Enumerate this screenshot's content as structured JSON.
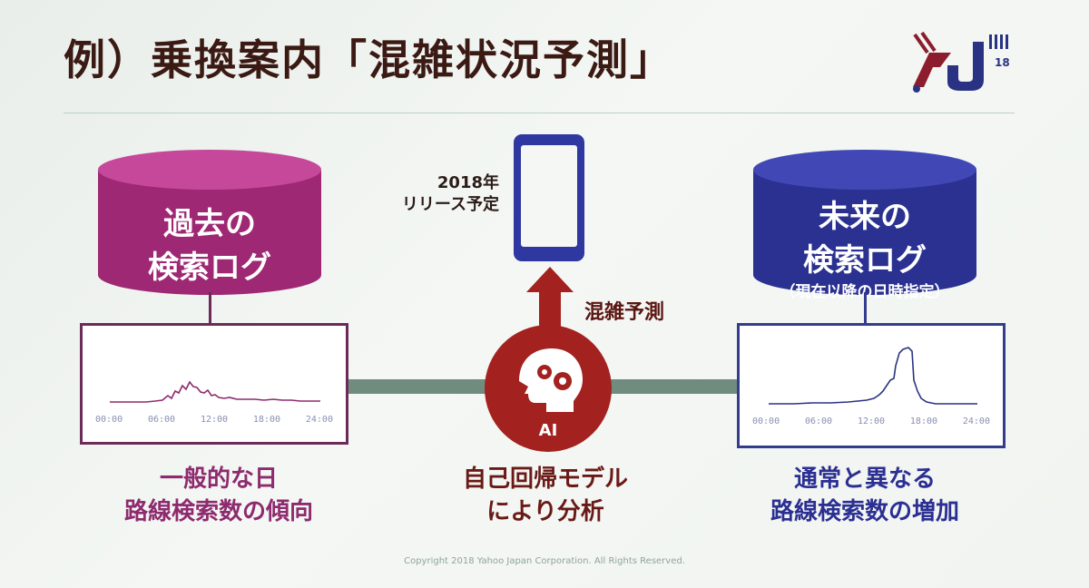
{
  "title": "例）乗換案内「混雑状況予測」",
  "logo": {
    "text": "18",
    "icon": "yahoo-conference-logo-icon",
    "colors": [
      "#8c1d2c",
      "#2a3284"
    ]
  },
  "left": {
    "db_line1": "過去の",
    "db_line2": "検索ログ",
    "color": "#b0307e",
    "times": [
      "00:00",
      "06:00",
      "12:00",
      "18:00",
      "24:00"
    ],
    "caption_line1": "一般的な日",
    "caption_line2": "路線検索数の傾向"
  },
  "center": {
    "release_line1": "2018年",
    "release_line2": "リリース予定",
    "predict_label": "混雑予測",
    "ai_label": "AI",
    "caption_line1": "自己回帰モデル",
    "caption_line2": "により分析",
    "accent": "#a3221f"
  },
  "right": {
    "db_line1": "未来の",
    "db_line2": "検索ログ",
    "db_sub": "（現在以降の日時指定）",
    "color": "#2f37a0",
    "times": [
      "00:00",
      "06:00",
      "12:00",
      "18:00",
      "24:00"
    ],
    "caption_line1": "通常と異なる",
    "caption_line2": "路線検索数の増加"
  },
  "footer": {
    "copyright": "Copyright 2018 Yahoo Japan Corporation. All Rights Reserved."
  }
}
